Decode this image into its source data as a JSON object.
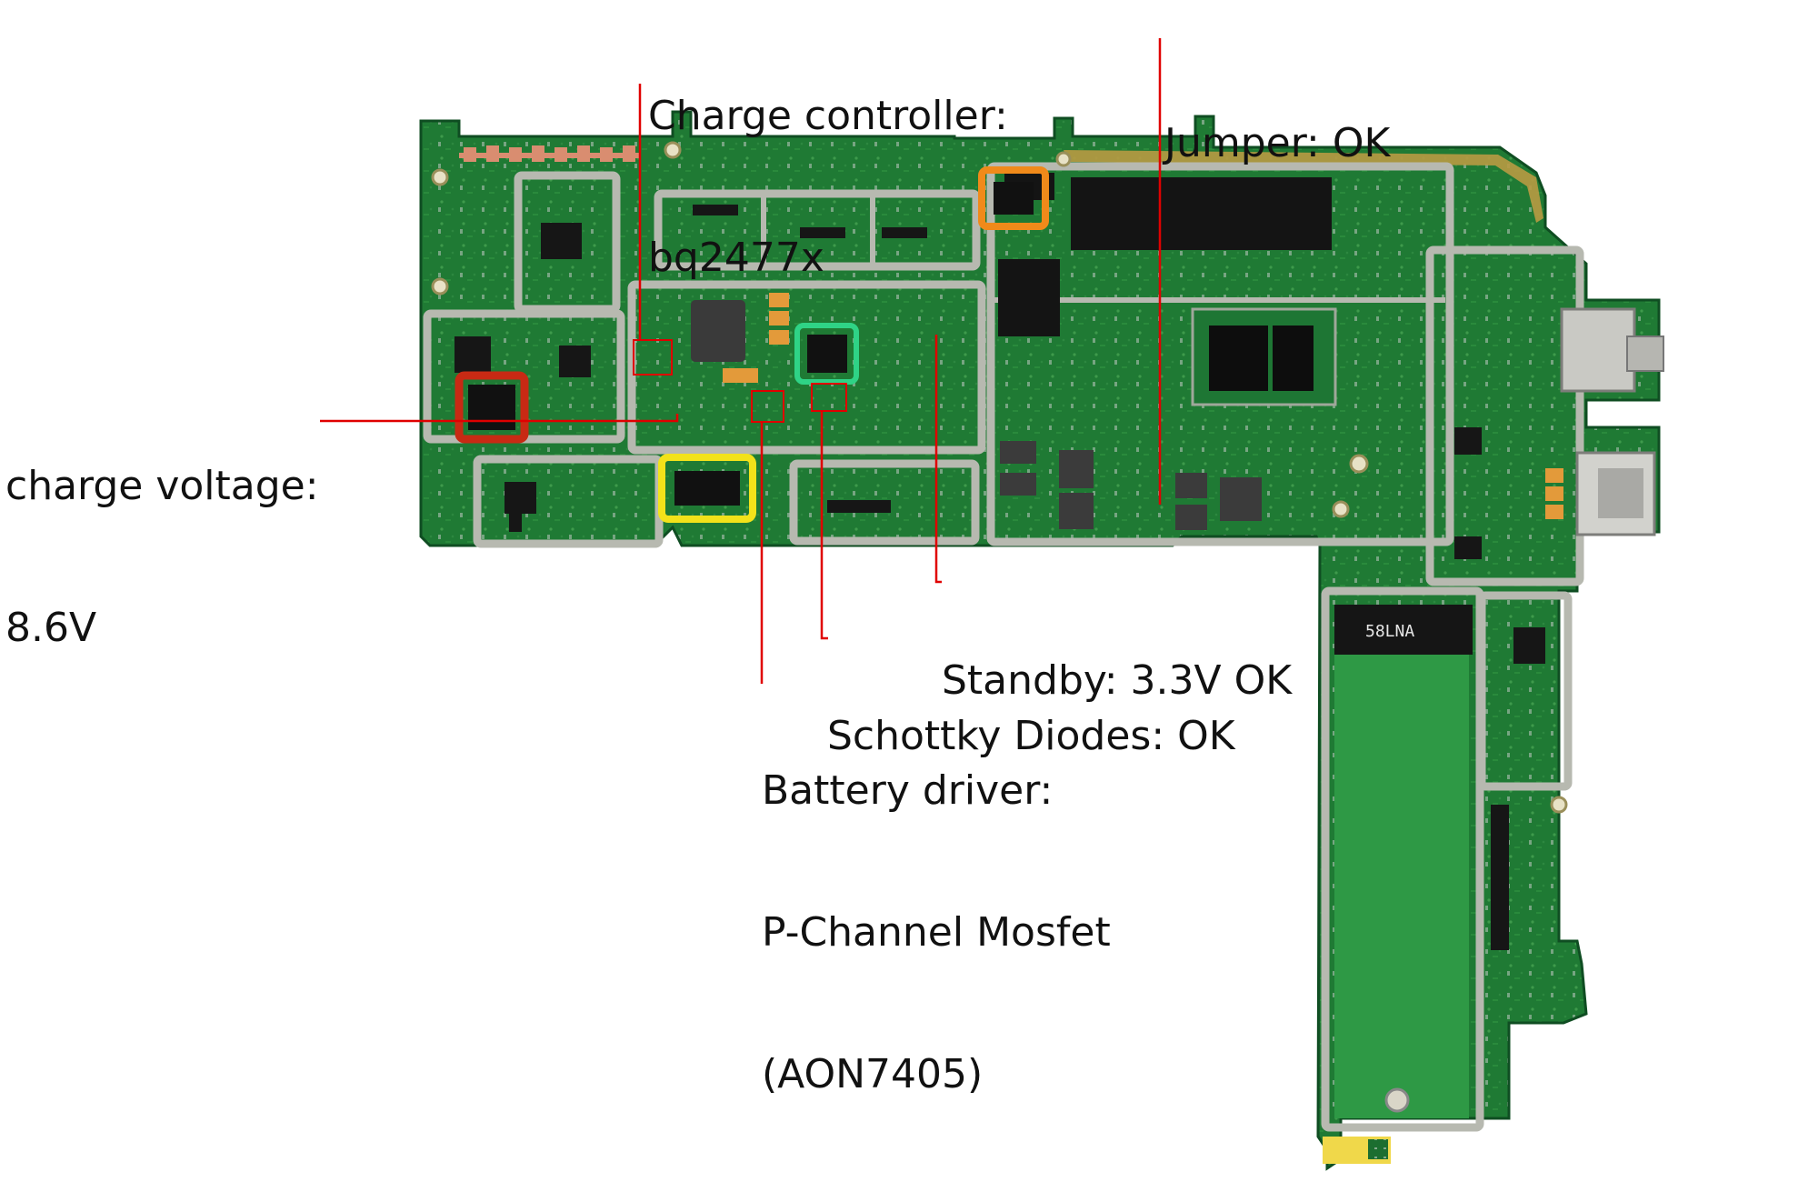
{
  "annotations": {
    "charge_controller": [
      "Charge controller:",
      "bq2477x"
    ],
    "jumper": "Jumper: OK",
    "charge_voltage": [
      "charge voltage:",
      "8.6V"
    ],
    "standby": "Standby: 3.3V OK",
    "schottky": "Schottky Diodes: OK",
    "battery_driver": [
      "Battery driver:",
      "P-Channel Mosfet",
      "(AON7405)"
    ]
  },
  "colors": {
    "board_green": "#1f7a34",
    "board_dark": "#14532a",
    "shield_gray": "#b7b9b0",
    "callout_red": "#e00000",
    "highlight_red": "#c82a14",
    "highlight_orange": "#f08a1a",
    "highlight_green": "#2fd386",
    "highlight_yellow": "#f2e21a"
  }
}
